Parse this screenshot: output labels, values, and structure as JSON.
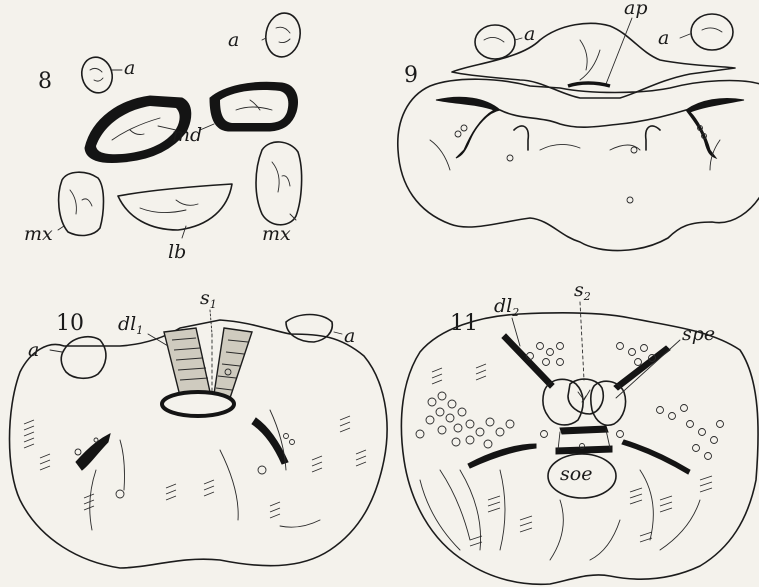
{
  "figures": [
    {
      "number": "8",
      "labels": {
        "antenna_left": "a",
        "antenna_right": "a",
        "mandible": "md",
        "maxilla_left": "mx",
        "maxilla_right": "mx",
        "labium": "lb"
      }
    },
    {
      "number": "9",
      "labels": {
        "antenna_left": "a",
        "antenna_right": "a",
        "apodeme": "ap"
      }
    },
    {
      "number": "10",
      "labels": {
        "antenna_left": "a",
        "antenna_right": "a",
        "dilator": "dl",
        "dilator_sub": "1",
        "septum": "s",
        "septum_sub": "1"
      }
    },
    {
      "number": "11",
      "labels": {
        "dilator": "dl",
        "dilator_sub": "2",
        "septum": "s",
        "septum_sub": "2",
        "supraesophageal": "spe",
        "subesophageal": "soe"
      }
    }
  ]
}
